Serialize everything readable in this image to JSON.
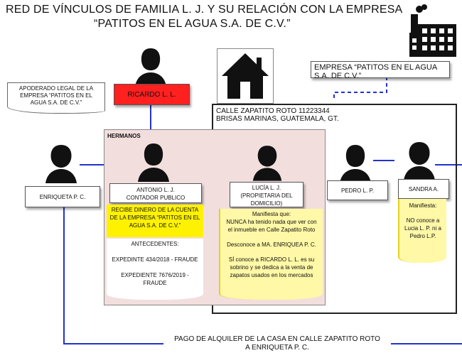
{
  "title": {
    "line1": "RED DE VÍNCULOS DE FAMILIA L. J. Y SU RELACIÓN CON LA EMPRESA",
    "line2": "“PATITOS EN EL AGUA S.A. DE C.V.”"
  },
  "apoderado_note": "APODERADO LEGAL DE LA EMPRESA “PATITOS EN EL AGUA S.A. DE C.V.”",
  "ricardo": {
    "name": "RICARDO L. L.",
    "color": "#ff2020"
  },
  "empresa_label": "EMPRESA “PATITOS EN EL AGUA S.A. DE C.V.”",
  "address": {
    "line1": "CALLE ZAPATITO ROTO 11223344",
    "line2": "BRISAS MARINAS, GUATEMALA, GT."
  },
  "hermanos_label": "HERMANOS",
  "enriqueta": {
    "name": "ENRIQUETA P. C."
  },
  "antonio": {
    "name_line1": "ANTONIO L. J.",
    "name_line2": "CONTADOR PUBLICO",
    "highlight": "RECIBE DINERO DE LA CUENTA DE LA EMPRESA “PATITOS EN EL AGUA S.A. DE C.V.”",
    "antecedentes_title": "ANTECEDENTES:",
    "expediente1": "EXPEDINTE 434/2018 - FRAUDE",
    "expediente2": "EXPEDIENTE 7676/2019 - FRAUDE"
  },
  "lucia": {
    "name_line1": "LUCÍA L. J.",
    "name_line2": "(PROPIETARIA DEL DOMICILIO)",
    "manifiesta": "Manifiesta que:",
    "p1": "NUNCA ha tenido nada que ver con el inmueble en Calle Zapatito Roto",
    "p2": "Desconoce a MA. ENRIQUEA P. C.",
    "p3": "SÍ conoce a RICARDO L. L. es su sobrino y se dedica a la venta de zapatos usados en los mercados"
  },
  "pedro": {
    "name": "PEDRO L. P."
  },
  "sandra": {
    "name": "SANDRA A.",
    "manifiesta": "Manifiesta:",
    "p1": "NO conoce a Lucia L. P. ni a Pedro L.P."
  },
  "bottom_note": {
    "line1": "PAGO DE ALQUILER DE LA CASA EN CALLE ZAPATITO ROTO",
    "line2": "A ENRIQUETA P. C."
  },
  "colors": {
    "connector": "#2233cc",
    "hermanos_fill": "#f3dede",
    "note_yellow": "#fff8a6",
    "highlight_yellow": "#fff200"
  },
  "icons": [
    "house-icon",
    "factory-icon",
    "person-icon"
  ]
}
